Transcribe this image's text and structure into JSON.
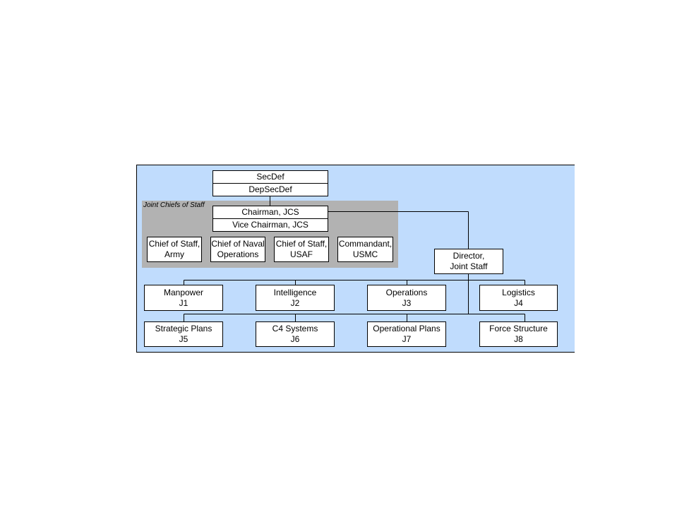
{
  "org_chart": {
    "group_label": "Joint Chiefs of Staff",
    "secdef": "SecDef",
    "depsecdef": "DepSecDef",
    "chairman": "Chairman, JCS",
    "vice_chairman": "Vice Chairman, JCS",
    "chiefs": [
      {
        "line1": "Chief of Staff,",
        "line2": "Army"
      },
      {
        "line1": "Chief of Naval",
        "line2": "Operations"
      },
      {
        "line1": "Chief of Staff,",
        "line2": "USAF"
      },
      {
        "line1": "Commandant,",
        "line2": "USMC"
      }
    ],
    "director": {
      "line1": "Director,",
      "line2": "Joint Staff"
    },
    "directorates": [
      {
        "name": "Manpower",
        "code": "J1"
      },
      {
        "name": "Intelligence",
        "code": "J2"
      },
      {
        "name": "Operations",
        "code": "J3"
      },
      {
        "name": "Logistics",
        "code": "J4"
      },
      {
        "name": "Strategic Plans",
        "code": "J5"
      },
      {
        "name": "C4 Systems",
        "code": "J6"
      },
      {
        "name": "Operational Plans",
        "code": "J7"
      },
      {
        "name": "Force Structure",
        "code": "J8"
      }
    ]
  }
}
